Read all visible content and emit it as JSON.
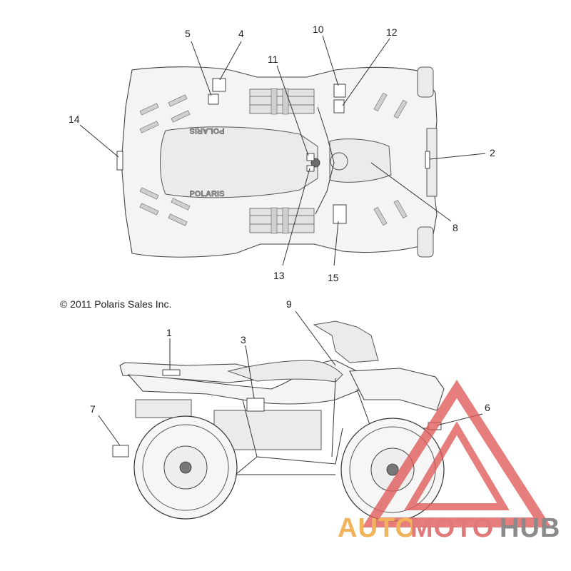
{
  "copyright": "© 2011 Polaris Sales Inc.",
  "brand_text": "POLARIS",
  "watermark": {
    "part1": "AUTO",
    "part2": "MOTO",
    "part3": "HUB"
  },
  "callouts": {
    "c1": "1",
    "c2": "2",
    "c3": "3",
    "c4": "4",
    "c5": "5",
    "c6": "6",
    "c7": "7",
    "c8": "8",
    "c9": "9",
    "c10": "10",
    "c11": "11",
    "c12": "12",
    "c13": "13",
    "c14": "14",
    "c15": "15"
  },
  "colors": {
    "watermark_orange": "#f0b35a",
    "watermark_red": "#e07a7a",
    "watermark_gray": "#8a8a8a",
    "line": "#333333"
  }
}
